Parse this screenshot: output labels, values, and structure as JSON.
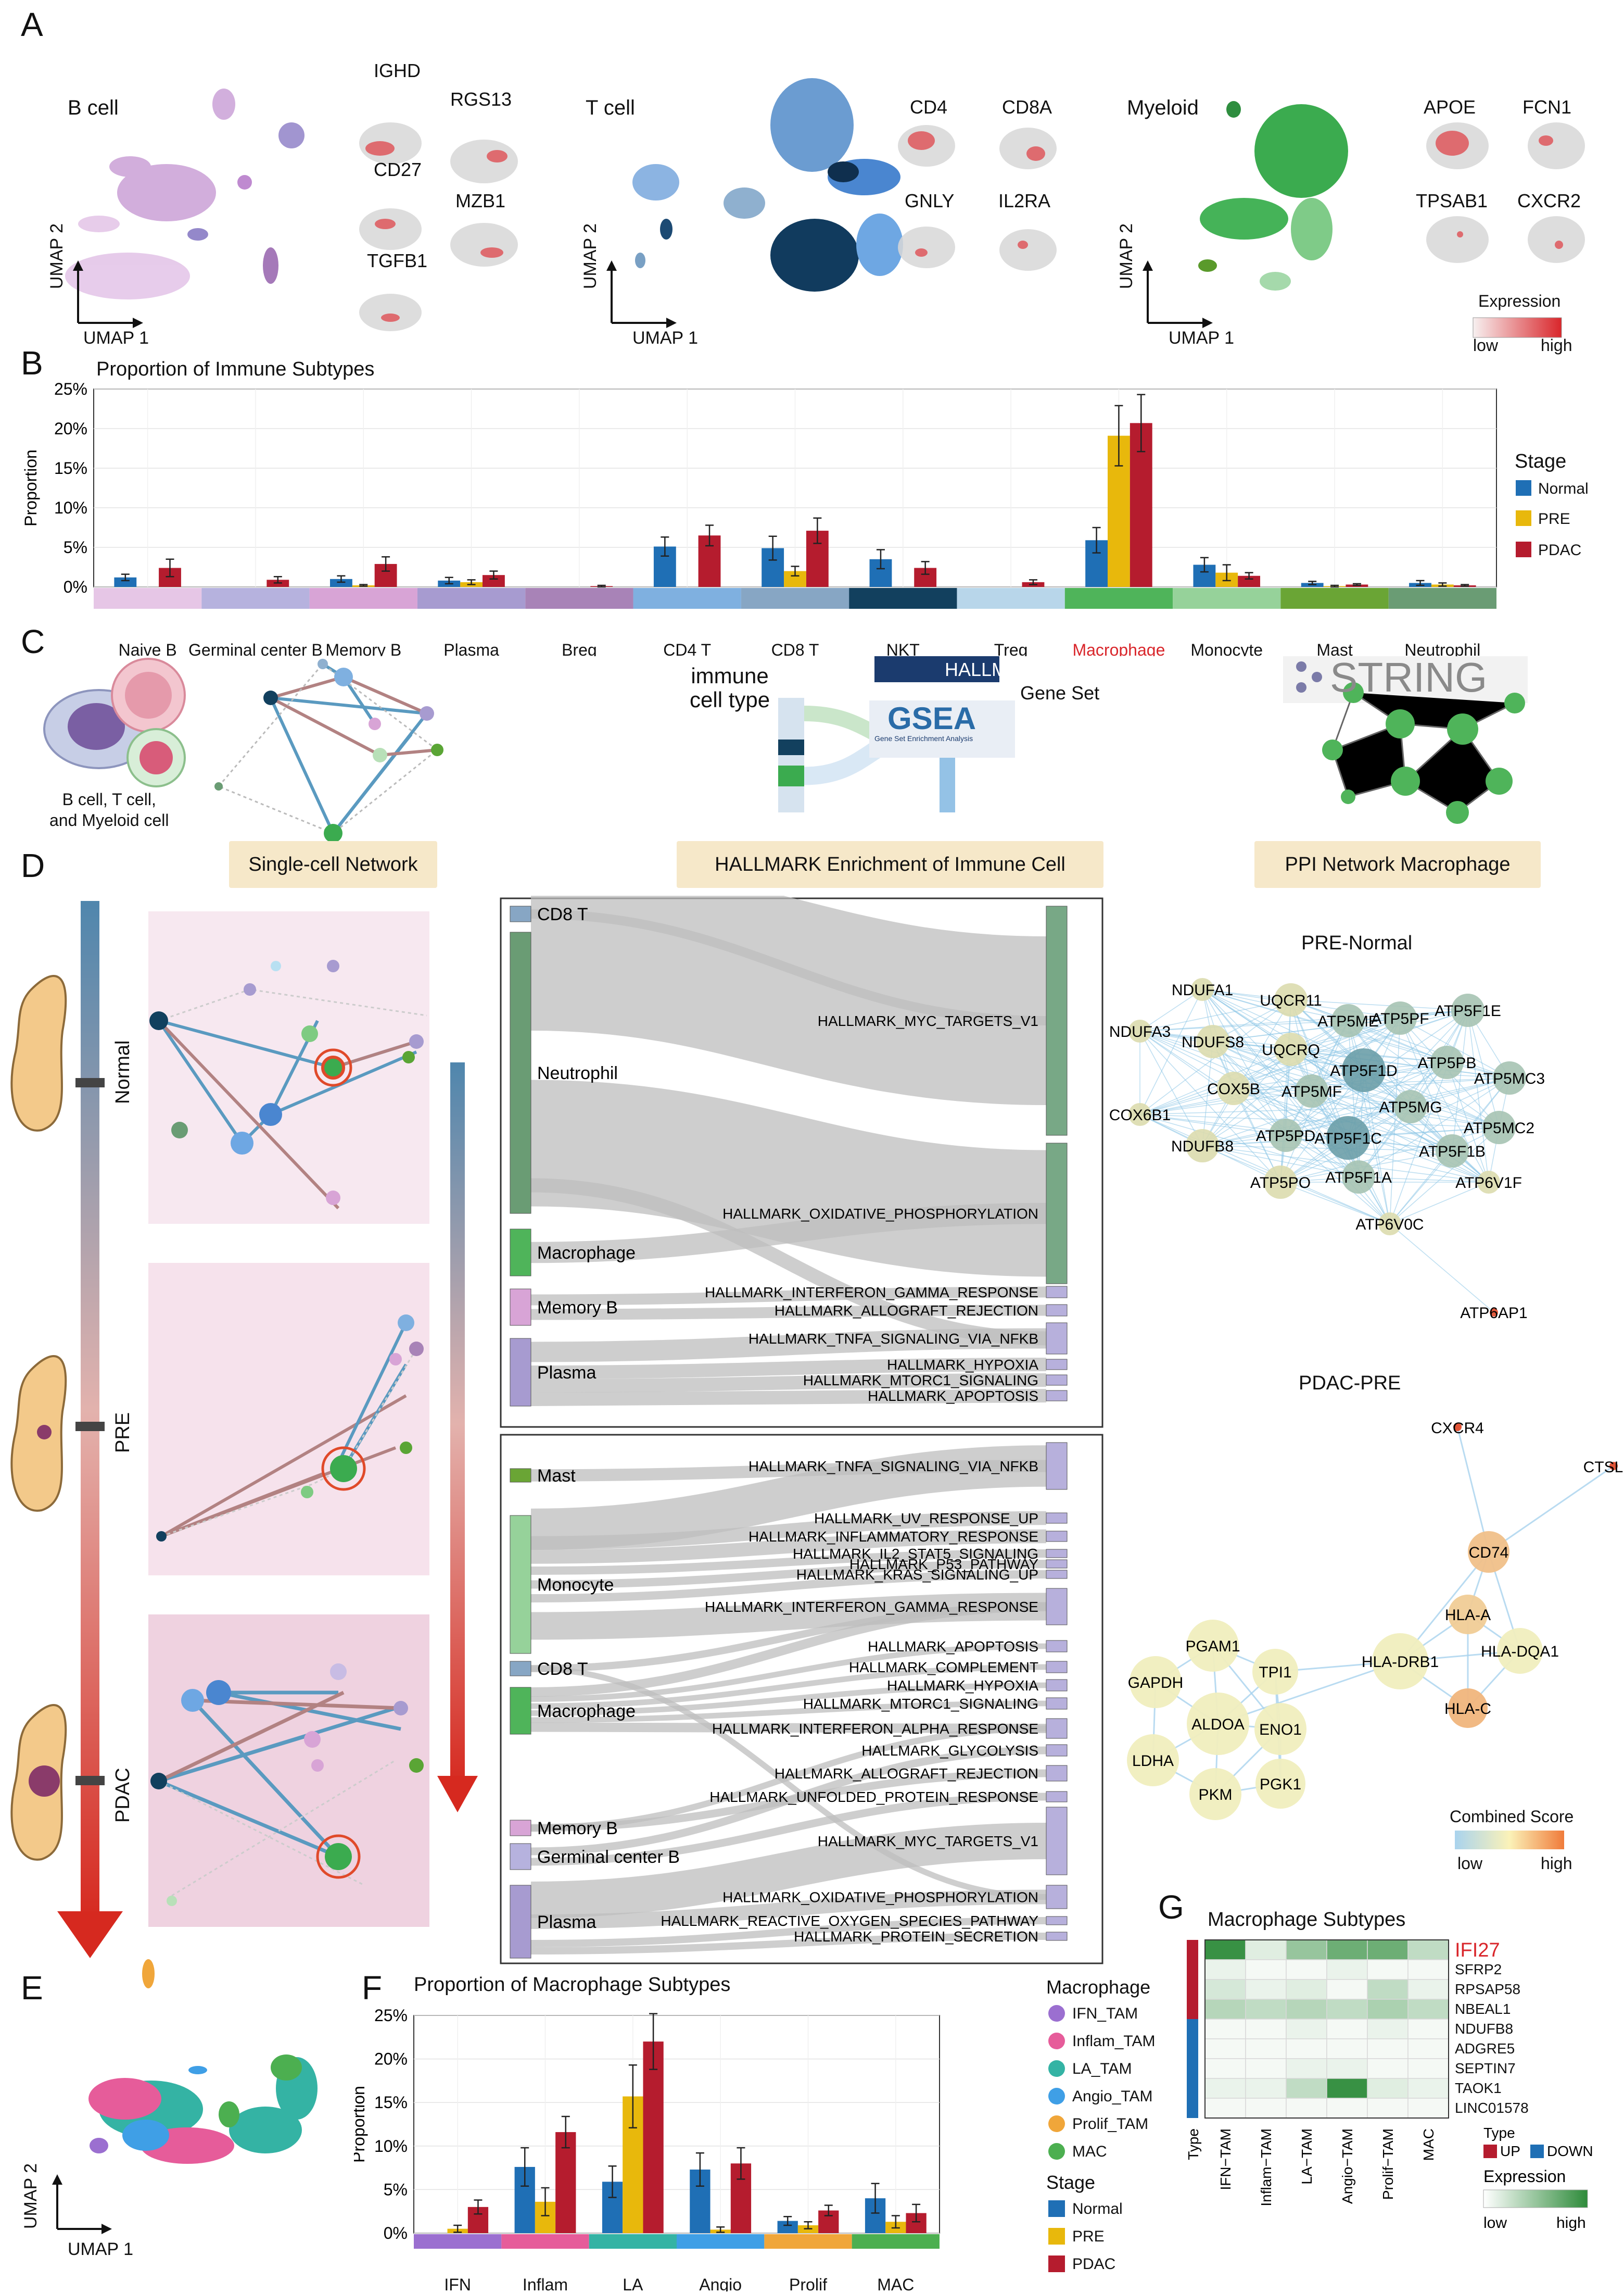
{
  "panel_letters": [
    "A",
    "B",
    "C",
    "D",
    "E",
    "F",
    "G"
  ],
  "panelA": {
    "groups": [
      {
        "title": "B cell",
        "genes": [
          "IGHD",
          "RGS13",
          "CD27",
          "MZB1",
          "TGFB1"
        ]
      },
      {
        "title": "T cell",
        "genes": [
          "CD4",
          "CD8A",
          "GNLY",
          "IL2RA"
        ]
      },
      {
        "title": "Myeloid",
        "genes": [
          "APOE",
          "FCN1",
          "TPSAB1",
          "CXCR2"
        ]
      }
    ],
    "umap_x": "UMAP 1",
    "umap_y": "UMAP 2",
    "legend": {
      "title": "Expression",
      "low": "low",
      "high": "high"
    },
    "colors": {
      "bcell": "#c79bd4",
      "tcell": "#4d8ac2",
      "myeloid": "#3bab4f",
      "expr_high": "#d9262b",
      "expr_low": "#f2f2f2"
    }
  },
  "panelB": {
    "chart_data": {
      "type": "bar",
      "title": "Proportion of Immune Subtypes",
      "ylabel": "Proportion",
      "yticks": [
        "0%",
        "5%",
        "10%",
        "15%",
        "20%",
        "25%"
      ],
      "ylim": [
        0,
        25
      ],
      "categories": [
        "Naive B",
        "Germinal center B",
        "Memory B",
        "Plasma",
        "Breg",
        "CD4 T",
        "CD8 T",
        "NKT",
        "Treg",
        "Macrophage",
        "Monocyte",
        "Mast",
        "Neutrophil"
      ],
      "category_colors": [
        "#e6c6e6",
        "#b6b2de",
        "#d8a4d6",
        "#a79bd0",
        "#a883b7",
        "#7fb0e0",
        "#87a6c4",
        "#12405e",
        "#b8d6ea",
        "#4fb45a",
        "#96d29a",
        "#6aa535",
        "#6a9c74"
      ],
      "highlight_category": "Macrophage",
      "series": [
        {
          "name": "Normal",
          "color": "#1f6fb5",
          "values": [
            1.2,
            0,
            1.0,
            0.8,
            0,
            5.1,
            4.9,
            3.5,
            0,
            5.9,
            2.8,
            0.5,
            0.5
          ],
          "err": [
            0.4,
            0,
            0.4,
            0.4,
            0,
            1.2,
            1.5,
            1.2,
            0,
            1.6,
            0.9,
            0.2,
            0.3
          ]
        },
        {
          "name": "PRE",
          "color": "#e8b80c",
          "values": [
            0,
            0,
            0.2,
            0.6,
            0,
            0,
            2.0,
            0,
            0,
            19.1,
            1.8,
            0.1,
            0.3
          ],
          "err": [
            0,
            0,
            0.1,
            0.3,
            0,
            0,
            0.6,
            0,
            0,
            3.8,
            1.0,
            0.1,
            0.2
          ]
        },
        {
          "name": "PDAC",
          "color": "#b51c2e",
          "values": [
            2.4,
            0.9,
            2.9,
            1.5,
            0.1,
            6.5,
            7.1,
            2.4,
            0.6,
            20.7,
            1.4,
            0.3,
            0.2
          ],
          "err": [
            1.1,
            0.4,
            0.9,
            0.5,
            0.1,
            1.3,
            1.6,
            0.8,
            0.3,
            3.6,
            0.4,
            0.1,
            0.1
          ]
        }
      ],
      "legend_title": "Stage"
    }
  },
  "panelC": {
    "left_caption": "B cell, T cell,\nand Myeloid cell",
    "immune_label": "immune\ncell type",
    "hallmark_badge": "HALLMARK",
    "gene_set": "Gene Set",
    "gsea": "GSEA",
    "gsea_sub": "Gene Set Enrichment Analysis",
    "string": "STRING",
    "boxes": [
      "Single-cell Network",
      "HALLMARK Enrichment of Immune Cell",
      "PPI Network Macrophage"
    ]
  },
  "panelD": {
    "stages": [
      "Normal",
      "PRE",
      "PDAC"
    ],
    "sankey_top": {
      "side_label": "PRE / Normal",
      "left": [
        {
          "label": "CD8 T",
          "color": "#87a6c4"
        },
        {
          "label": "Neutrophil",
          "color": "#6a9c74"
        },
        {
          "label": "Macrophage",
          "color": "#4fb45a"
        },
        {
          "label": "Memory B",
          "color": "#d8a4d6"
        },
        {
          "label": "Plasma",
          "color": "#a79bd0"
        }
      ],
      "right": [
        "HALLMARK_MYC_TARGETS_V1",
        "HALLMARK_OXIDATIVE_PHOSPHORYLATION",
        "HALLMARK_INTERFERON_GAMMA_RESPONSE",
        "HALLMARK_ALLOGRAFT_REJECTION",
        "HALLMARK_TNFA_SIGNALING_VIA_NFKB",
        "HALLMARK_HYPOXIA",
        "HALLMARK_MTORC1_SIGNALING",
        "HALLMARK_APOPTOSIS"
      ]
    },
    "sankey_bottom": {
      "side_label": "PDAC / PRE",
      "left": [
        {
          "label": "Mast",
          "color": "#6aa535"
        },
        {
          "label": "Monocyte",
          "color": "#96d29a"
        },
        {
          "label": "CD8 T",
          "color": "#87a6c4"
        },
        {
          "label": "Macrophage",
          "color": "#4fb45a"
        },
        {
          "label": "Memory B",
          "color": "#d8a4d6"
        },
        {
          "label": "Germinal center B",
          "color": "#b6b2de"
        },
        {
          "label": "Plasma",
          "color": "#a79bd0"
        }
      ],
      "right": [
        "HALLMARK_TNFA_SIGNALING_VIA_NFKB",
        "HALLMARK_UV_RESPONSE_UP",
        "HALLMARK_INFLAMMATORY_RESPONSE",
        "HALLMARK_IL2_STAT5_SIGNALING",
        "HALLMARK_P53_PATHWAY",
        "HALLMARK_KRAS_SIGNALING_UP",
        "HALLMARK_INTERFERON_GAMMA_RESPONSE",
        "HALLMARK_APOPTOSIS",
        "HALLMARK_COMPLEMENT",
        "HALLMARK_HYPOXIA",
        "HALLMARK_MTORC1_SIGNALING",
        "HALLMARK_INTERFERON_ALPHA_RESPONSE",
        "HALLMARK_GLYCOLYSIS",
        "HALLMARK_ALLOGRAFT_REJECTION",
        "HALLMARK_UNFOLDED_PROTEIN_RESPONSE",
        "HALLMARK_MYC_TARGETS_V1",
        "HALLMARK_OXIDATIVE_PHOSPHORYLATION",
        "HALLMARK_REACTIVE_OXYGEN_SPECIES_PATHWAY",
        "HALLMARK_PROTEIN_SECRETION"
      ]
    },
    "ppi_pre": {
      "title": "PRE-Normal",
      "nodes": [
        "NDUFA1",
        "UQCR11",
        "ATP5ME",
        "ATP5PF",
        "ATP5F1E",
        "NDUFA3",
        "NDUFS8",
        "UQCRQ",
        "ATP5F1D",
        "ATP5PB",
        "ATP5MC3",
        "COX5B",
        "ATP5MF",
        "ATP5MG",
        "COX6B1",
        "ATP5MC2",
        "NDUFB8",
        "ATP5PD",
        "ATP5F1C",
        "ATP5F1B",
        "ATP5PO",
        "ATP5F1A",
        "ATP6V1F",
        "ATP6V0C",
        "ATP6AP1"
      ]
    },
    "ppi_pdac": {
      "title": "PDAC-PRE",
      "nodes": [
        "CXCR4",
        "CTSL",
        "CD74",
        "HLA-A",
        "PGAM1",
        "TPI1",
        "HLA-DRB1",
        "HLA-DQA1",
        "GAPDH",
        "ALDOA",
        "ENO1",
        "HLA-C",
        "LDHA",
        "PKM",
        "PGK1"
      ]
    },
    "score_legend": {
      "title": "Combined Score",
      "low": "low",
      "high": "high"
    }
  },
  "panelE": {
    "umap_x": "UMAP 1",
    "umap_y": "UMAP 2"
  },
  "panelF": {
    "chart_data": {
      "type": "bar",
      "title": "Proportion of Macrophage Subtypes",
      "ylabel": "Proportion",
      "yticks": [
        "0%",
        "5%",
        "10%",
        "15%",
        "20%",
        "25%"
      ],
      "ylim": [
        0,
        25
      ],
      "categories": [
        "IFN",
        "Inflam",
        "LA",
        "Angio",
        "Prolif",
        "MAC"
      ],
      "category_colors": [
        "#9b6fd0",
        "#e65c9a",
        "#34b3a4",
        "#3f9fe6",
        "#f0a63a",
        "#4caf50"
      ],
      "series": [
        {
          "name": "Normal",
          "color": "#1f6fb5",
          "values": [
            0,
            7.6,
            5.9,
            7.3,
            1.4,
            4.0
          ],
          "err": [
            0,
            2.2,
            1.8,
            1.9,
            0.5,
            1.7
          ]
        },
        {
          "name": "PRE",
          "color": "#e8b80c",
          "values": [
            0.5,
            3.6,
            15.7,
            0.4,
            0.9,
            1.3
          ],
          "err": [
            0.4,
            1.6,
            3.6,
            0.3,
            0.4,
            0.7
          ]
        },
        {
          "name": "PDAC",
          "color": "#b51c2e",
          "values": [
            3.0,
            11.6,
            22.0,
            8.0,
            2.6,
            2.3
          ],
          "err": [
            0.8,
            1.8,
            3.2,
            1.8,
            0.6,
            1.0
          ]
        }
      ]
    },
    "legend_macrophage": {
      "title": "Macrophage",
      "items": [
        {
          "label": "IFN_TAM",
          "color": "#9b6fd0"
        },
        {
          "label": "Inflam_TAM",
          "color": "#e65c9a"
        },
        {
          "label": "LA_TAM",
          "color": "#34b3a4"
        },
        {
          "label": "Angio_TAM",
          "color": "#3f9fe6"
        },
        {
          "label": "Prolif_TAM",
          "color": "#f0a63a"
        },
        {
          "label": "MAC",
          "color": "#4caf50"
        }
      ]
    },
    "legend_stage": {
      "title": "Stage",
      "items": [
        {
          "label": "Normal",
          "color": "#1f6fb5"
        },
        {
          "label": "PRE",
          "color": "#e8b80c"
        },
        {
          "label": "PDAC",
          "color": "#b51c2e"
        }
      ]
    }
  },
  "panelG": {
    "chart_data": {
      "type": "heatmap",
      "title": "Macrophage Subtypes",
      "columns": [
        "IFN−TAM",
        "Inflam−TAM",
        "LA−TAM",
        "Angio−TAM",
        "Prolif−TAM",
        "MAC"
      ],
      "rows": [
        "IFI27",
        "SFRP2",
        "RPSAP58",
        "NBEAL1",
        "NDUFB8",
        "ADGRE5",
        "SEPTIN7",
        "TAOK1",
        "LINC01578"
      ],
      "row_type": [
        "UP",
        "UP",
        "UP",
        "UP",
        "DOWN",
        "DOWN",
        "DOWN",
        "DOWN",
        "DOWN"
      ],
      "values": [
        [
          0.95,
          0.15,
          0.5,
          0.7,
          0.7,
          0.3
        ],
        [
          0.1,
          0.05,
          0.05,
          0.1,
          0.05,
          0.05
        ],
        [
          0.2,
          0.1,
          0.15,
          0.05,
          0.3,
          0.1
        ],
        [
          0.35,
          0.3,
          0.35,
          0.3,
          0.4,
          0.3
        ],
        [
          0.05,
          0.05,
          0.1,
          0.05,
          0.1,
          0.05
        ],
        [
          0.05,
          0.05,
          0.05,
          0.05,
          0.05,
          0.05
        ],
        [
          0.05,
          0.05,
          0.1,
          0.1,
          0.05,
          0.05
        ],
        [
          0.1,
          0.1,
          0.3,
          0.95,
          0.15,
          0.1
        ],
        [
          0.05,
          0.05,
          0.05,
          0.05,
          0.05,
          0.05
        ]
      ],
      "highlight_row": "IFI27",
      "type_axis_label": "Type",
      "type_legend": {
        "title": "Type",
        "up": "UP",
        "down": "DOWN",
        "up_color": "#b51c2e",
        "down_color": "#1f6fb5"
      },
      "expr_legend": {
        "title": "Expression",
        "low": "low",
        "high": "high"
      }
    }
  }
}
